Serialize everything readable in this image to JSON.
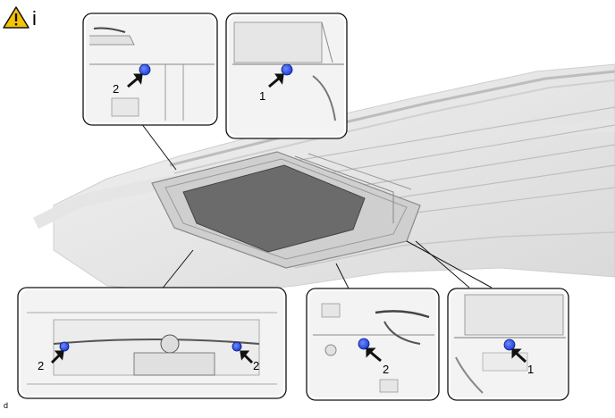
{
  "header": {
    "warning_icon": "warning-triangle-icon",
    "warning_letter": "i"
  },
  "callouts": {
    "top_left": {
      "label": "2"
    },
    "top_right": {
      "label": "1"
    },
    "bottom_left": {
      "label_left": "2",
      "label_right": "2"
    },
    "bottom_mid": {
      "label": "2"
    },
    "bottom_right": {
      "label": "1"
    }
  },
  "footer": {
    "code": "d"
  },
  "colors": {
    "bolt": "#1f3fd6",
    "outline": "#111111",
    "glass": "#6b6b6b"
  }
}
